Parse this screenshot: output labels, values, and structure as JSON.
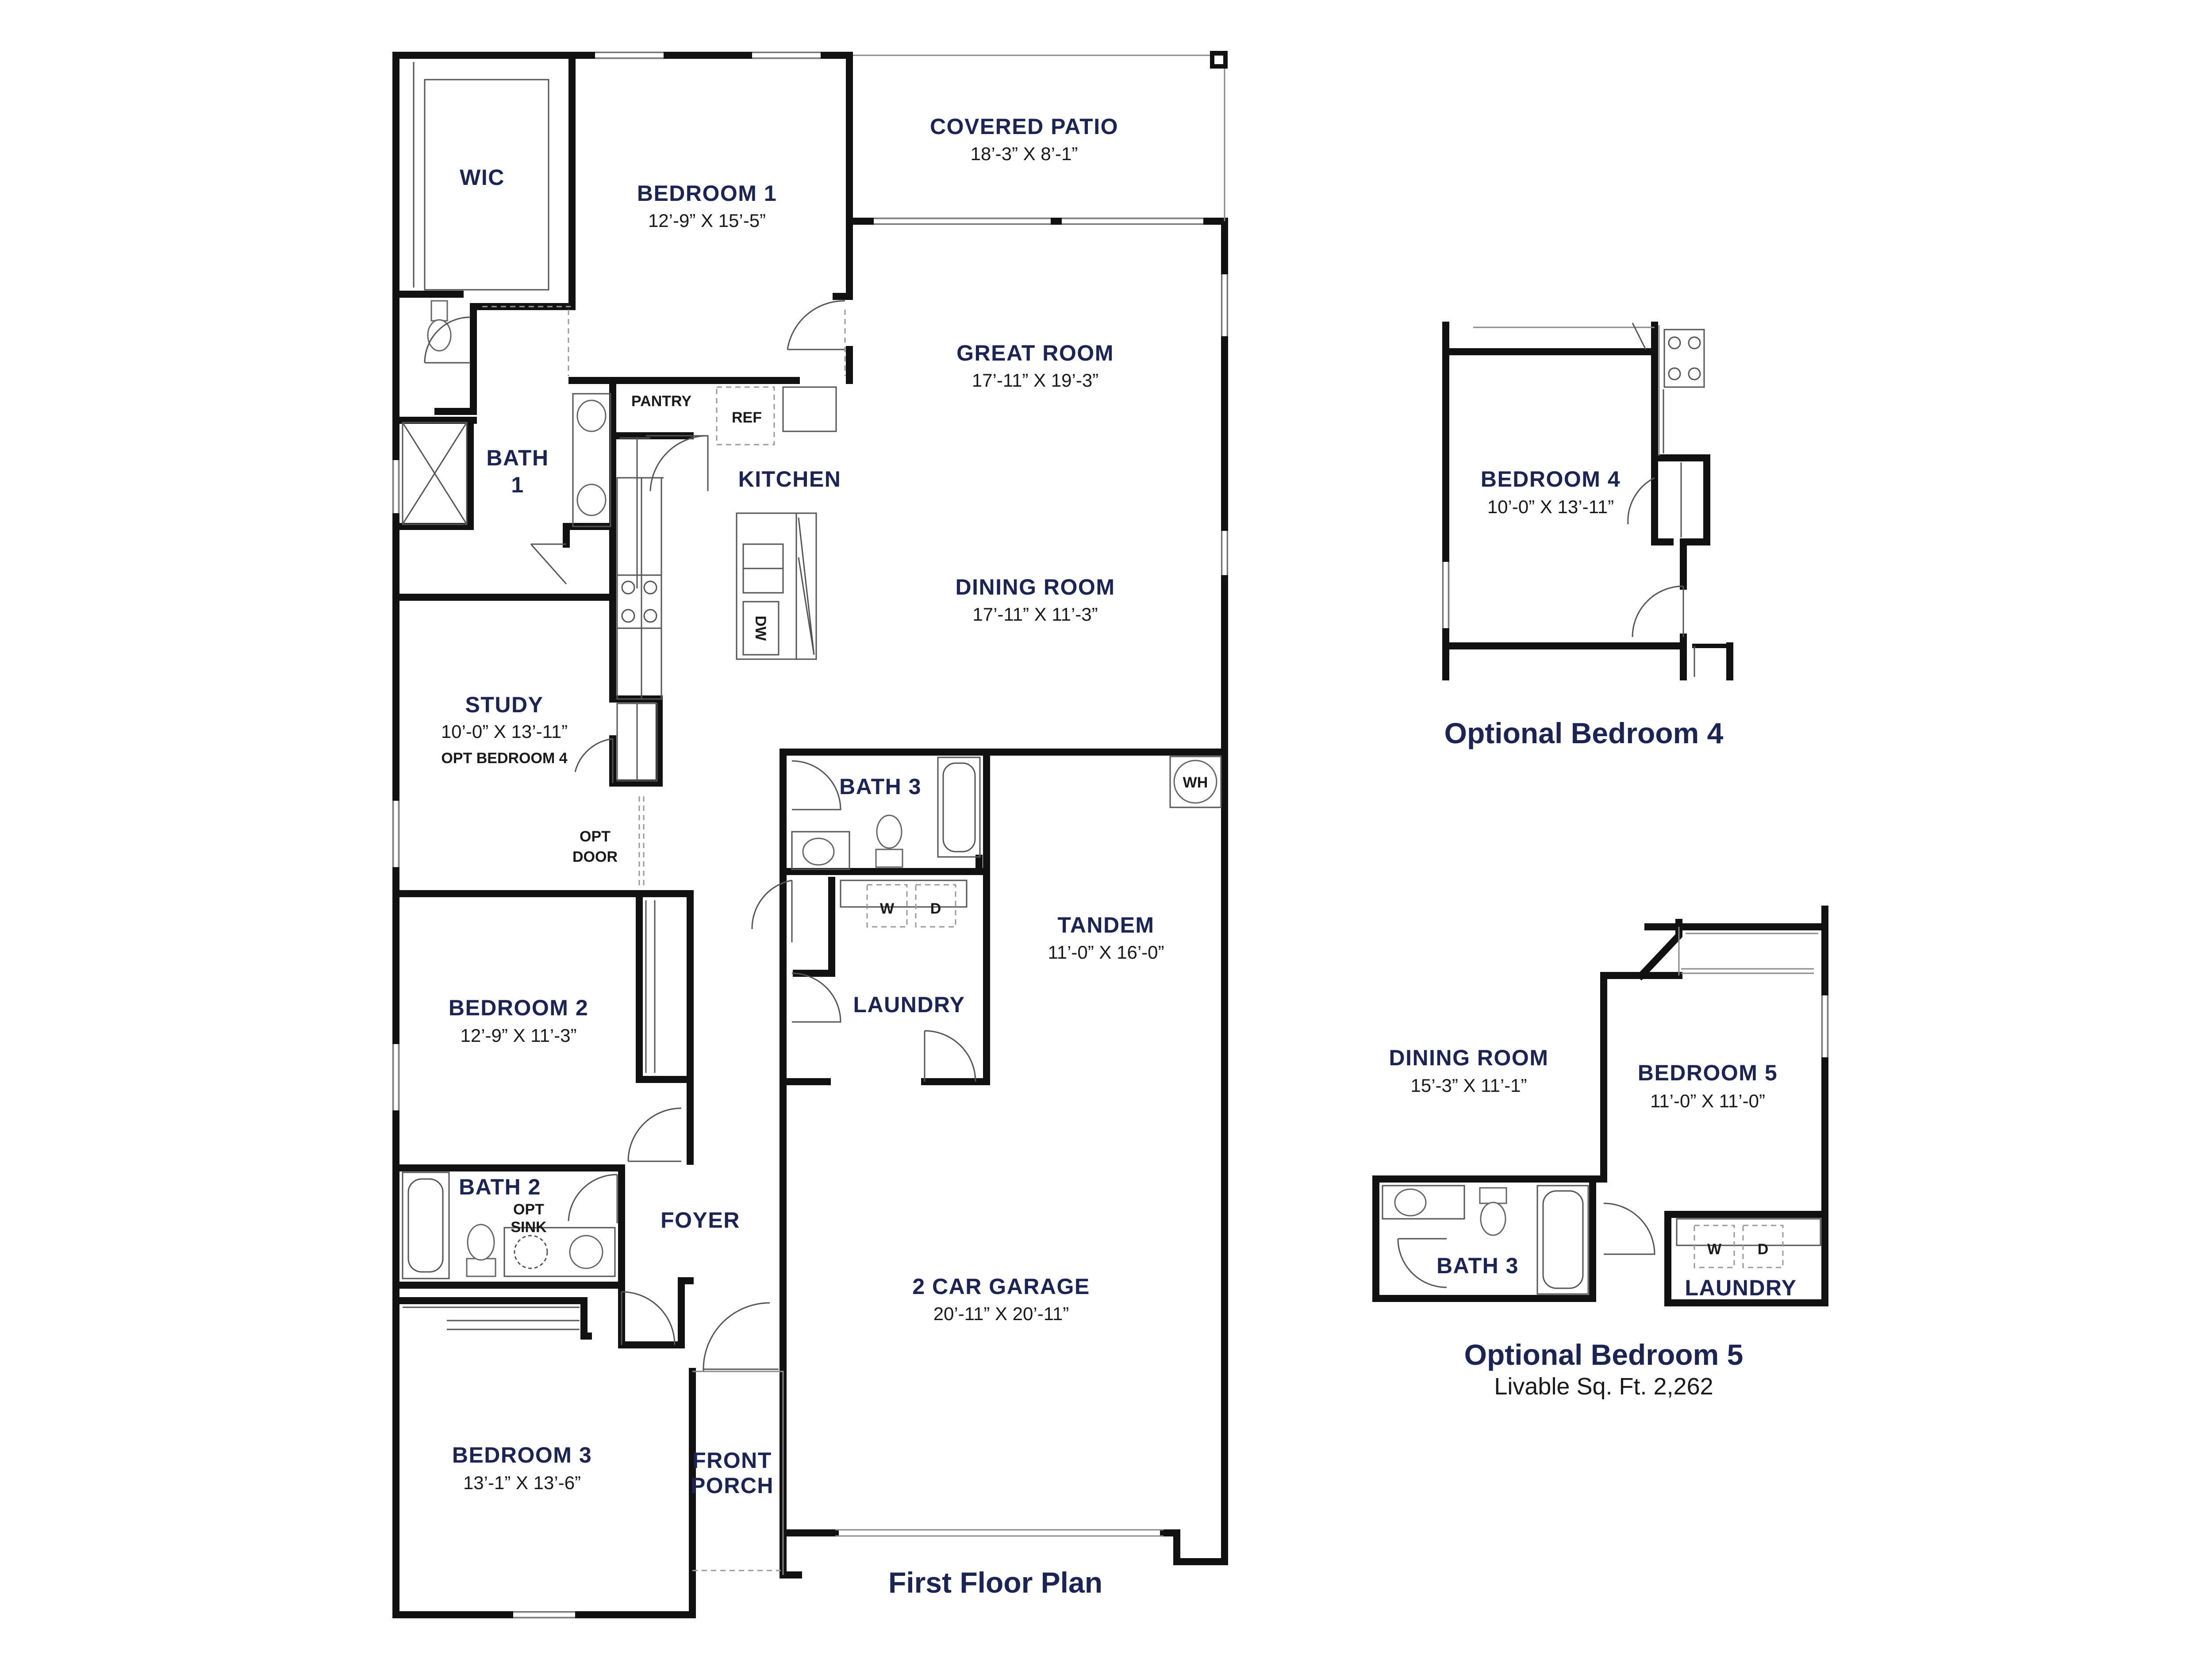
{
  "rooms": {
    "wic": {
      "name": "WIC"
    },
    "bedroom1": {
      "name": "BEDROOM 1",
      "dim": "12’-9” X 15’-5”"
    },
    "covered_patio": {
      "name": "COVERED PATIO",
      "dim": "18’-3” X 8’-1”"
    },
    "great_room": {
      "name": "GREAT ROOM",
      "dim": "17’-11” X 19’-3”"
    },
    "pantry": {
      "name": "PANTRY"
    },
    "ref": {
      "name": "REF"
    },
    "kitchen": {
      "name": "KITCHEN"
    },
    "bath1": {
      "name_line1": "BATH",
      "name_line2": "1"
    },
    "dining_room": {
      "name": "DINING ROOM",
      "dim": "17’-11” X 11’-3”"
    },
    "dw": {
      "name": "DW"
    },
    "study": {
      "name": "STUDY",
      "dim": "10’-0” X 13’-11”",
      "note": "OPT BEDROOM 4"
    },
    "opt_door": {
      "line1": "OPT",
      "line2": "DOOR"
    },
    "bath3": {
      "name": "BATH 3"
    },
    "wh": {
      "name": "WH"
    },
    "washer": {
      "name": "W"
    },
    "dryer": {
      "name": "D"
    },
    "tandem": {
      "name": "TANDEM",
      "dim": "11’-0” X 16’-0”"
    },
    "laundry": {
      "name": "LAUNDRY"
    },
    "bedroom2": {
      "name": "BEDROOM 2",
      "dim": "12’-9” X 11’-3”"
    },
    "bath2": {
      "name": "BATH 2",
      "note_line1": "OPT",
      "note_line2": "SINK"
    },
    "foyer": {
      "name": "FOYER"
    },
    "garage": {
      "name": "2 CAR GARAGE",
      "dim": "20’-11” X 20’-11”"
    },
    "bedroom3": {
      "name": "BEDROOM 3",
      "dim": "13’-1” X 13’-6”"
    },
    "front_porch": {
      "line1": "FRONT",
      "line2": "PORCH"
    }
  },
  "captions": {
    "first_floor": "First Floor Plan",
    "opt_bed4": "Optional Bedroom 4",
    "opt_bed5": "Optional Bedroom 5",
    "livable": "Livable Sq. Ft. 2,262"
  },
  "opt4": {
    "bedroom4": {
      "name": "BEDROOM 4",
      "dim": "10’-0” X 13’-11”"
    }
  },
  "opt5": {
    "dining_room": {
      "name": "DINING ROOM",
      "dim": "15’-3” X 11’-1”"
    },
    "bedroom5": {
      "name": "BEDROOM 5",
      "dim": "11’-0” X 11’-0”"
    },
    "bath3": {
      "name": "BATH 3"
    },
    "laundry": {
      "name": "LAUNDRY"
    },
    "washer": {
      "name": "W"
    },
    "dryer": {
      "name": "D"
    }
  },
  "colors": {
    "label": "#1c2454",
    "wall": "#111111",
    "background": "#ffffff"
  }
}
